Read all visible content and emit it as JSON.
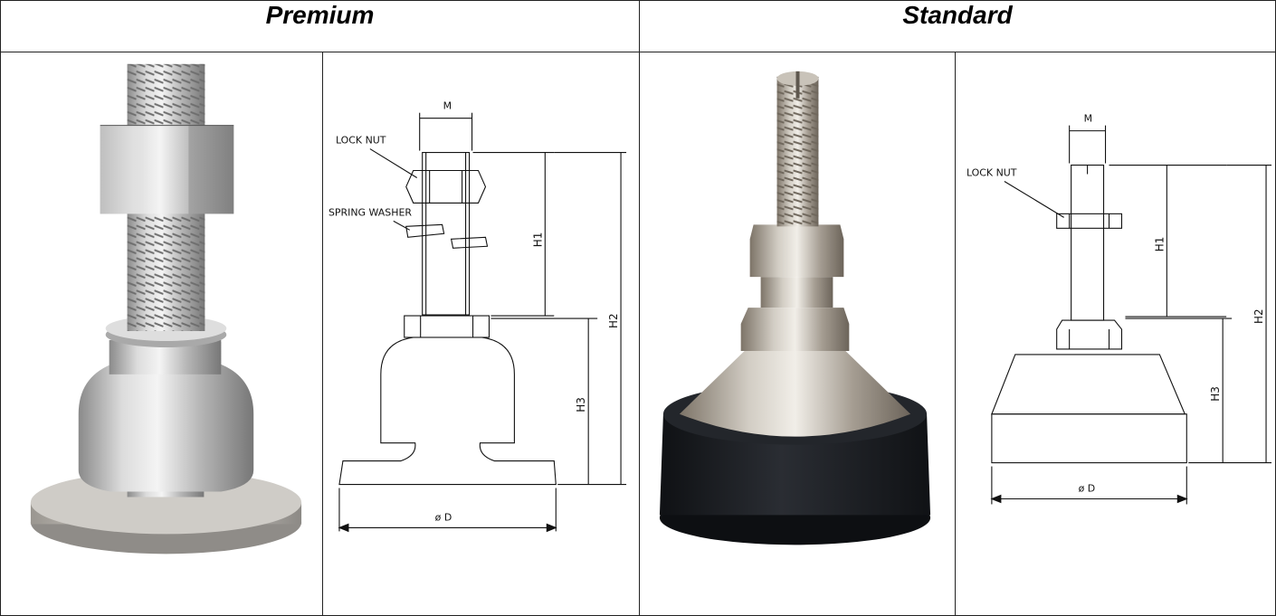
{
  "header": {
    "premium": "Premium",
    "standard": "Standard"
  },
  "premium_drawing": {
    "lock_nut": "LOCK NUT",
    "spring_washer": "SPRING WASHER",
    "m": "M",
    "h1": "H1",
    "h2": "H2",
    "h3": "H3",
    "d": "ø D"
  },
  "standard_drawing": {
    "lock_nut": "LOCK NUT",
    "m": "M",
    "h1": "H1",
    "h2": "H2",
    "h3": "H3",
    "d": "ø D"
  },
  "colors": {
    "line": "#111111",
    "steel_light": "#e6e6e6",
    "steel_mid": "#b8b8b8",
    "steel_dark": "#7a7a7a",
    "rubber": "#1a1c20"
  }
}
